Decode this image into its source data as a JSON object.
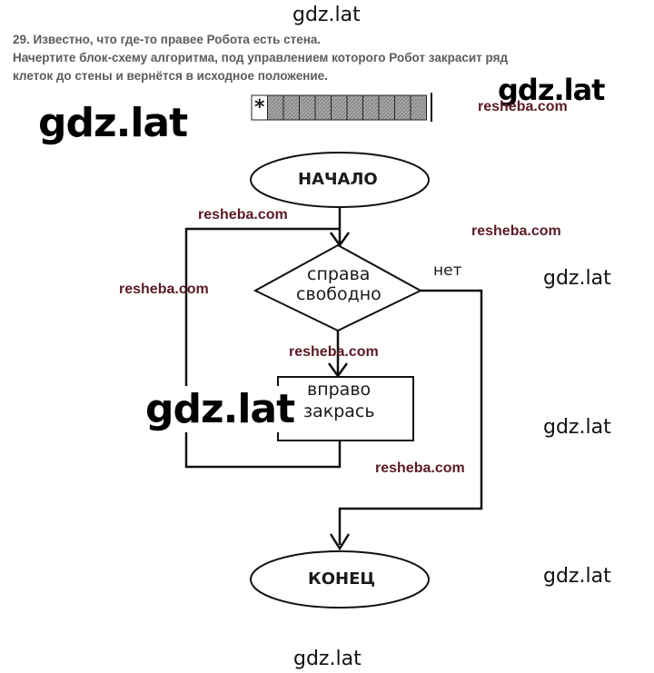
{
  "header_watermark": "gdz.lat",
  "task": {
    "line1": "29. Известно, что где-то правее Робота есть стена.",
    "line2": "Начертите блок-схему алгоритма, под управлением которого Робот закрасит ряд",
    "line3": "клеток до стены и вернётся в исходное положение."
  },
  "grid": {
    "robot_mark": "*",
    "cells": 11,
    "painted_cells": 10,
    "painted_color": "#9a9a9a"
  },
  "flowchart": {
    "start": "НАЧАЛО",
    "condition_line1": "справа",
    "condition_line2": "свободно",
    "no_label": "нет",
    "action_line1": "вправо",
    "action_line2": "закрась",
    "end": "КОНЕЦ"
  },
  "watermarks": {
    "gdz": "gdz.lat",
    "reshebа": "resheba.com"
  }
}
